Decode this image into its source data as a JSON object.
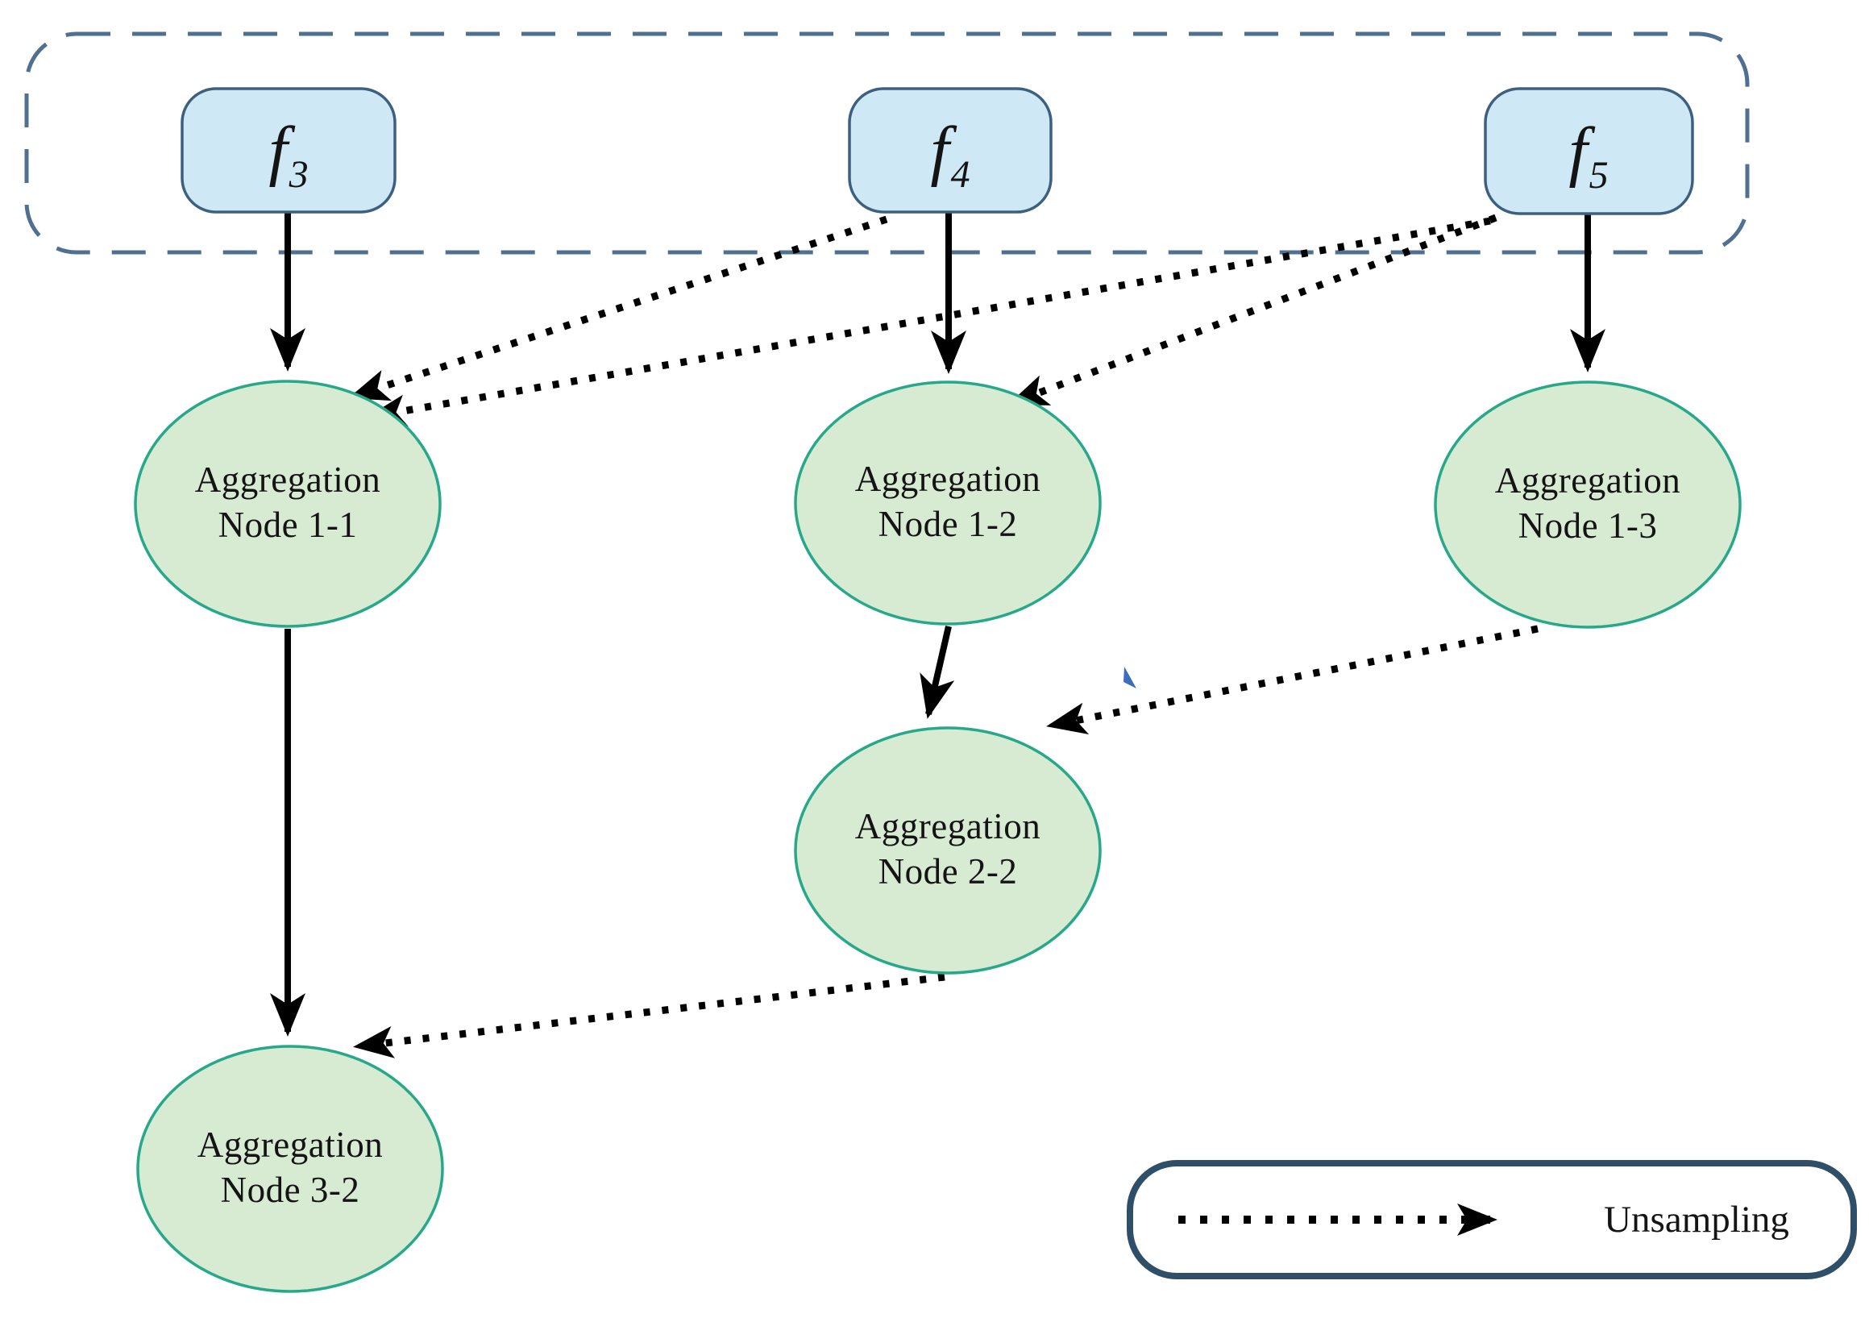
{
  "diagram": {
    "type": "feature-aggregation-network",
    "background_color": "#ffffff",
    "feature_group": {
      "border_color": "#4f7090",
      "box_fill": "#cfe8f5",
      "box_stroke": "#3e6080",
      "nodes": [
        {
          "id": "f3",
          "base": "f",
          "sub": "3"
        },
        {
          "id": "f4",
          "base": "f",
          "sub": "4"
        },
        {
          "id": "f5",
          "base": "f",
          "sub": "5"
        }
      ]
    },
    "aggregation_style": {
      "fill": "#d7ead2",
      "stroke": "#27a88a"
    },
    "aggregation_nodes": [
      {
        "id": "node-1-1",
        "line1": "Aggregation",
        "line2": "Node 1-1"
      },
      {
        "id": "node-1-2",
        "line1": "Aggregation",
        "line2": "Node 1-2"
      },
      {
        "id": "node-1-3",
        "line1": "Aggregation",
        "line2": "Node 1-3"
      },
      {
        "id": "node-2-2",
        "line1": "Aggregation",
        "line2": "Node 2-2"
      },
      {
        "id": "node-3-2",
        "line1": "Aggregation",
        "line2": "Node 3-2"
      }
    ],
    "edges": [
      {
        "from": "f3",
        "to": "node-1-1",
        "style": "solid"
      },
      {
        "from": "f4",
        "to": "node-1-2",
        "style": "solid"
      },
      {
        "from": "f5",
        "to": "node-1-3",
        "style": "solid"
      },
      {
        "from": "node-1-2",
        "to": "node-2-2",
        "style": "solid"
      },
      {
        "from": "node-1-1",
        "to": "node-3-2",
        "style": "solid"
      },
      {
        "from": "f4",
        "to": "node-1-1",
        "style": "dotted"
      },
      {
        "from": "f5",
        "to": "node-1-1",
        "style": "dotted"
      },
      {
        "from": "f5",
        "to": "node-1-2",
        "style": "dotted"
      },
      {
        "from": "node-1-3",
        "to": "node-2-2",
        "style": "dotted"
      },
      {
        "from": "node-2-2",
        "to": "node-3-2",
        "style": "dotted"
      }
    ],
    "legend": {
      "label": "Unsampling",
      "border_color": "#2f4e68",
      "arrow_style": "dotted"
    },
    "edge_color": "#000000"
  }
}
